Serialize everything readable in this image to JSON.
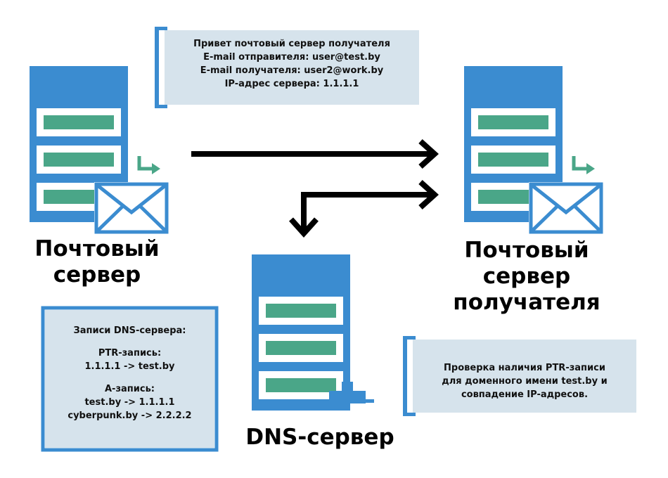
{
  "colors": {
    "server_blue": "#3b8cd0",
    "slot_green": "#4aa688",
    "note_bg": "#d6e3ec",
    "arrow": "#000000"
  },
  "icons": {
    "sender_server": "server-icon",
    "recipient_server": "server-icon",
    "dns_server": "server-icon",
    "envelope": "envelope-icon",
    "network": "network-icon"
  },
  "labels": {
    "sender": [
      "Почтовый",
      "сервер"
    ],
    "recipient": [
      "Почтовый",
      "сервер",
      "получателя"
    ],
    "dns": "DNS-сервер"
  },
  "hello_note": {
    "lines": [
      "Привет почтовый сервер получателя",
      "E-mail отправителя: user@test.by",
      "E-mail получателя: user2@work.by",
      "IP-адрес сервера: 1.1.1.1"
    ]
  },
  "dns_records_note": {
    "title": "Записи DNS-сервера:",
    "ptr_title": "PTR-запись:",
    "ptr_record": "1.1.1.1 -> test.by",
    "a_title": "A-запись:",
    "a_records": [
      "test.by -> 1.1.1.1",
      "cyberpunk.by -> 2.2.2.2"
    ]
  },
  "check_note": {
    "lines": [
      "Проверка наличия PTR-записи",
      "для доменного имени test.by и",
      "совпадение IP-адресов."
    ]
  }
}
